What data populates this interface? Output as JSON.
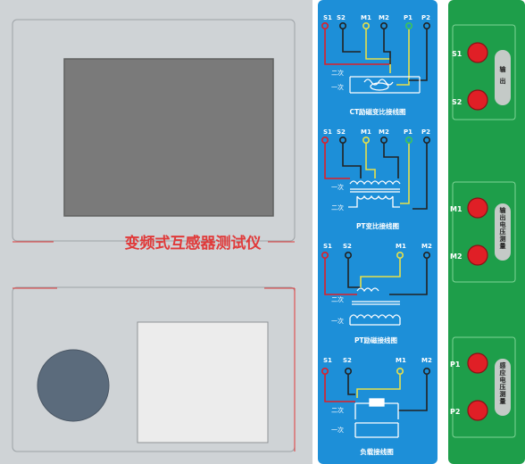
{
  "instrument": {
    "title": "变频式互感器测试仪"
  },
  "colors": {
    "panel_bg": "#cfd3d6",
    "accent_red": "#e03a3a",
    "diagram_blue": "#1d8fd8",
    "terminal_green": "#1e9e4a",
    "terminal_red": "#e01f26",
    "knob": "#5b6b7c",
    "wire_yellow": "#e6e04a"
  },
  "diagrams": [
    {
      "caption": "CT励磁变比接线图",
      "terminals": [
        "S1",
        "S2",
        "M1",
        "M2",
        "P1",
        "P2"
      ],
      "winding_labels": [
        "二次",
        "一次"
      ]
    },
    {
      "caption": "PT变比接线图",
      "terminals": [
        "S1",
        "S2",
        "M1",
        "M2",
        "P1",
        "P2"
      ],
      "winding_labels": [
        "一次",
        "二次"
      ]
    },
    {
      "caption": "PT励磁接线图",
      "terminals": [
        "S1",
        "S2",
        "M1",
        "M2"
      ],
      "winding_labels": [
        "二次",
        "一次"
      ]
    },
    {
      "caption": "负载接线图",
      "terminals": [
        "S1",
        "S2",
        "M1",
        "M2"
      ],
      "winding_labels": [
        "二次",
        "一次"
      ]
    }
  ],
  "terminal_groups": [
    {
      "label": "输出",
      "terminals": [
        "S1",
        "S2"
      ]
    },
    {
      "label": "输出电压测量",
      "terminals": [
        "M1",
        "M2"
      ]
    },
    {
      "label": "感应电压测量",
      "terminals": [
        "P1",
        "P2"
      ]
    }
  ]
}
